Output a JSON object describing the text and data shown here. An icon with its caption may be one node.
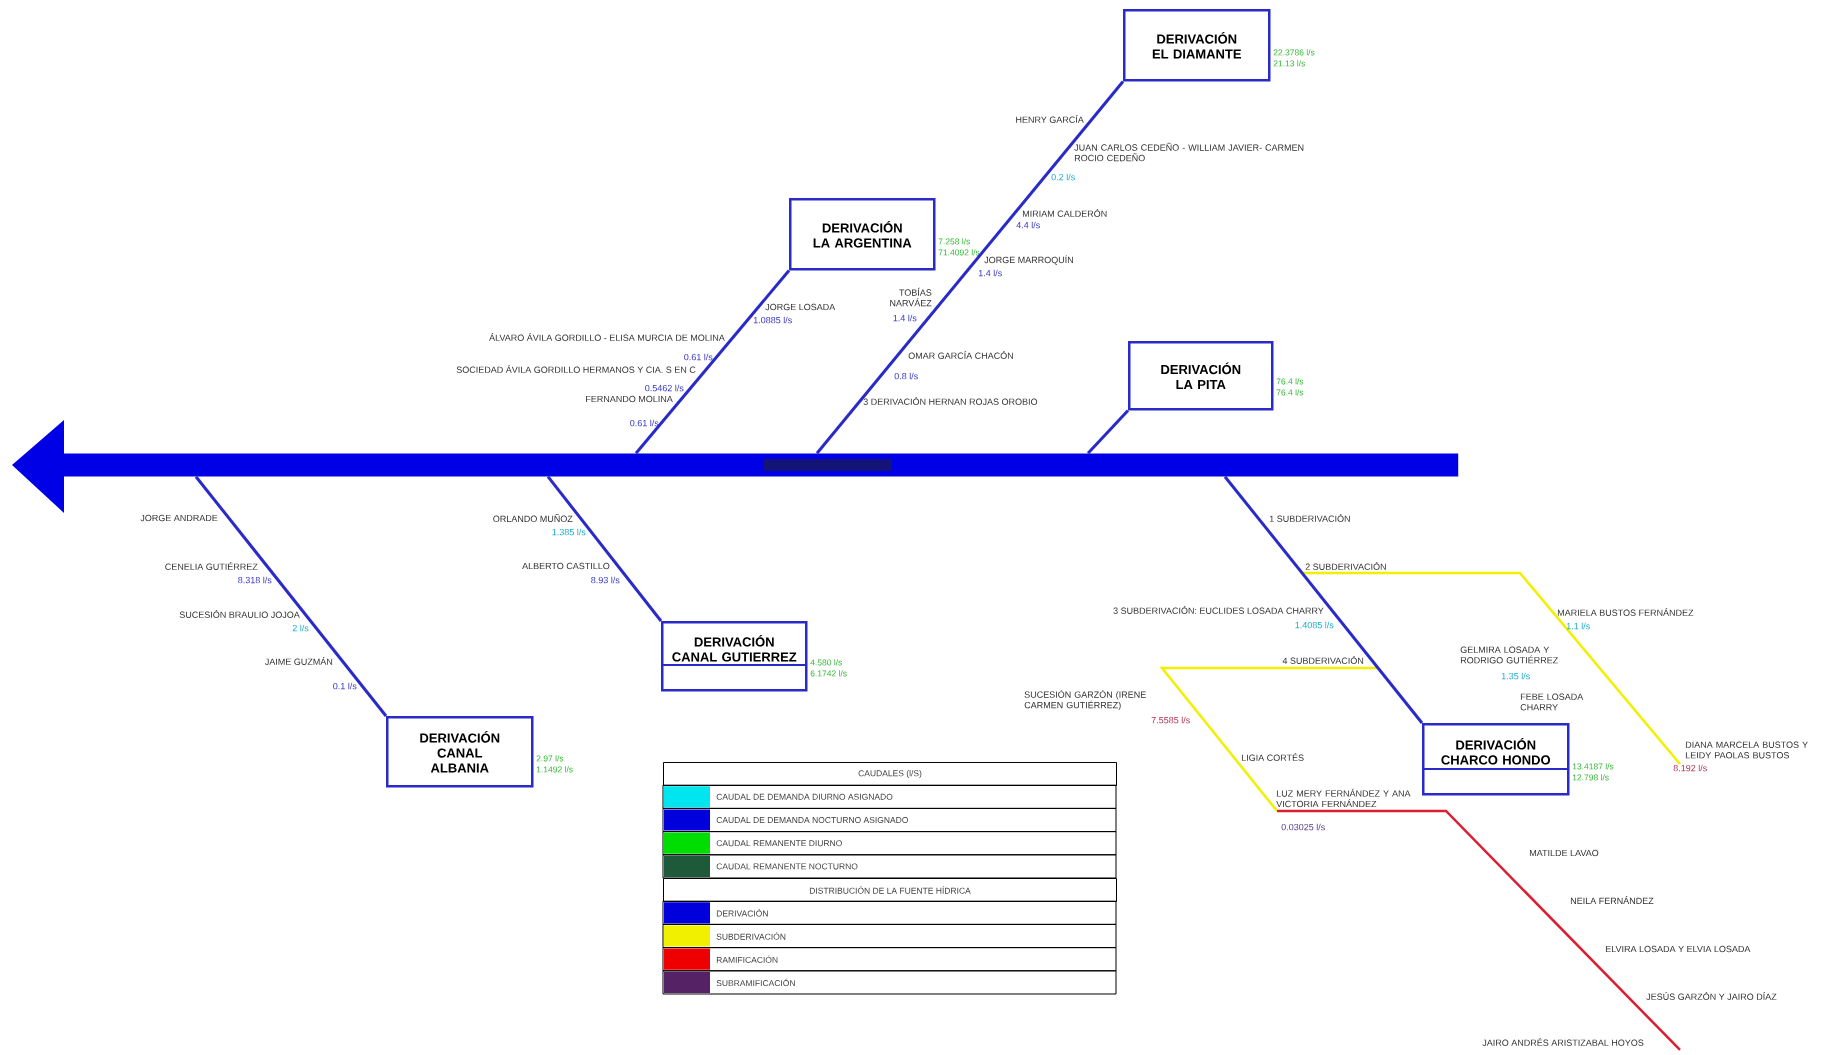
{
  "diagram": {
    "nodes": [
      {
        "text": [],
        "shape": "bar"
      },
      {
        "text": [
          "DERIVACIÓN EL DIAMANTE"
        ],
        "beside": [
          "22.3786 l/s",
          "21.13 l/s"
        ]
      },
      {
        "text": [
          "DERIVACIÓN LA ARGENTINA"
        ],
        "beside": [
          "7.258 l/s",
          "71.4092 l/s"
        ]
      },
      {
        "text": [
          "DERIVACIÓN LA PITA"
        ],
        "beside": [
          "76.4 l/s",
          "76.4 l/s"
        ]
      },
      {
        "text": [
          "DERIVACIÓN CANAL GUTIERREZ"
        ],
        "beside": [
          "4.580 l/s",
          "6.1742 l/s"
        ]
      },
      {
        "text": [
          "DERIVACIÓN CANAL ALBANIA"
        ],
        "beside": [
          "2.97 l/s",
          "1.1492 l/s"
        ]
      },
      {
        "text": [
          "DERIVACIÓN CHARCO HONDO"
        ],
        "beside": [
          "13.4187 l/s",
          "12.798 l/s"
        ]
      }
    ],
    "edges": [
      {
        "from": 0,
        "to": 1,
        "arrow": "none"
      },
      {
        "from": 0,
        "to": 2,
        "arrow": "none"
      },
      {
        "from": 0,
        "to": 3,
        "arrow": "none"
      },
      {
        "from": 0,
        "to": 4,
        "arrow": "none"
      },
      {
        "from": 0,
        "to": 5,
        "arrow": "none"
      },
      {
        "from": 0,
        "to": 6,
        "arrow": "none"
      }
    ],
    "labels": [
      "HENRY GARCÍA",
      "JUAN CARLOS CEDEÑO - WILLIAM JAVIER- CARMEN ROCIO CEDEÑO",
      "0.2 l/s",
      "MIRIAM CALDERÓN",
      "4.4 l/s",
      "JORGE MARROQUÍN",
      "1.4 l/s",
      "TOBÍAS NARVÁEZ",
      "1.4 l/s",
      "OMAR GARCÍA CHACÓN",
      "0.8 l/s",
      "3 DERIVACIÓN HERNAN ROJAS OROBIO",
      "JORGE LOSADA",
      "1.0885 l/s",
      "ÁLVARO ÁVILA GORDILLO - ELISA MURCIA DE MOLINA",
      "0.61 l/s",
      "SOCIEDAD ÁVILA GORDILLO HERMANOS Y CIA. S EN C",
      "0.5462 l/s",
      "FERNANDO MOLINA",
      "0.61 l/s",
      "JORGE ANDRADE",
      "CENELIA GUTIÉRREZ",
      "8.318 l/s",
      "SUCESIÓN BRAULIO JOJOA",
      "2 l/s",
      "JAIME GUZMÁN",
      "0.1 l/s",
      "ORLANDO MUÑOZ",
      "1.385 l/s",
      "ALBERTO CASTILLO",
      "8.93 l/s",
      "1 SUBDERIVACIÓN",
      "2 SUBDERIVACIÓN",
      "MARIELA BUSTOS FERNÁNDEZ",
      "1.1 l/s",
      "GELMIRA LOSADA Y RODRIGO GUTIÉRREZ",
      "1.35 l/s",
      "FEBE LOSADA CHARRY",
      "DIANA MARCELA BUSTOS Y LEIDY PAOLAS BUSTOS",
      "8.192 l/s",
      "3 SUBDERIVACIÓN: EUCLIDES LOSADA CHARRY",
      "1.4085 l/s",
      "4 SUBDERIVACIÓN",
      "SUCESIÓN GARZÓN (IRENE CARMEN GUTIÉRREZ)",
      "7.5585 l/s",
      "LIGIA CORTÉS",
      "LUZ MERY FERNÁNDEZ Y ANA VICTORIA FERNÁNDEZ",
      "0.03025 l/s",
      "MATILDE LAVAO",
      "NEILA FERNÁNDEZ",
      "ELVIRA LOSADA Y ELVIA LOSADA",
      "JESÚS GARZÓN Y JAIRO DÍAZ",
      "JAIRO ANDRÉS ARISTIZABAL HOYOS",
      "CAUDALES (l/S)",
      "DISTRIBUCIÓN DE LA FUENTE HÍDRICA"
    ],
    "legend": [
      {
        "text": "CAUDAL DE DEMANDA DIURNO ASIGNADO",
        "color": "#00e5ee"
      },
      {
        "text": "CAUDAL DE DEMANDA NOCTURNO ASIGNADO",
        "color": "#0000dd"
      },
      {
        "text": "CAUDAL REMANENTE DIURNO",
        "color": "#00dd00"
      },
      {
        "text": "CAUDAL REMANENTE NOCTURNO",
        "color": "#1e5a3a"
      },
      {
        "text": "DERIVACIÓN",
        "color": "#0000dd"
      },
      {
        "text": "SUBDERIVACIÓN",
        "color": "#f0f000"
      },
      {
        "text": "RAMIFICACIÓN",
        "color": "#ee0000"
      },
      {
        "text": "SUBRAMIFICACIÓN",
        "color": "#552266"
      }
    ]
  }
}
